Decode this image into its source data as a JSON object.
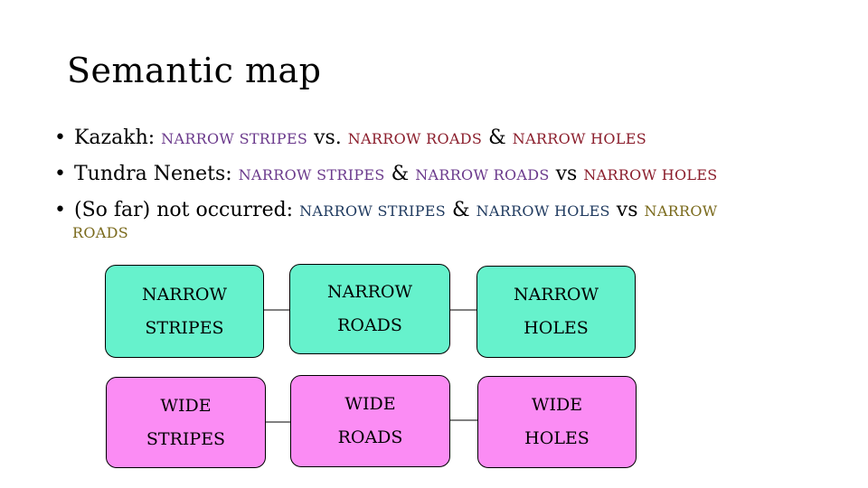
{
  "title": "Semantic map",
  "bullets": [
    {
      "marker": "•",
      "parts": [
        {
          "text": "Kazakh: ",
          "style": "plain"
        },
        {
          "text": "NARROW STRIPES",
          "style": "stripes"
        },
        {
          "text": " vs. ",
          "style": "plain"
        },
        {
          "text": "NARROW ROADS",
          "style": "roads"
        },
        {
          "text": " & ",
          "style": "plain"
        },
        {
          "text": "NARROW HOLES",
          "style": "holes1"
        }
      ]
    },
    {
      "marker": "•",
      "parts": [
        {
          "text": "Tundra Nenets: ",
          "style": "plain"
        },
        {
          "text": "NARROW STRIPES",
          "style": "stripes"
        },
        {
          "text": " & ",
          "style": "plain"
        },
        {
          "text": "NARROW ROADS",
          "style": "stripes"
        },
        {
          "text": " vs ",
          "style": "plain"
        },
        {
          "text": "NARROW HOLES",
          "style": "holes1"
        }
      ]
    },
    {
      "marker": "•",
      "parts": [
        {
          "text": "(So far) not occurred: ",
          "style": "plain"
        },
        {
          "text": "NARROW STRIPES",
          "style": "holes"
        },
        {
          "text": " & ",
          "style": "plain"
        },
        {
          "text": "NARROW HOLES",
          "style": "holes"
        },
        {
          "text": " vs ",
          "style": "plain"
        },
        {
          "text": "NARROW",
          "style": "roads2"
        }
      ]
    }
  ],
  "bullet3_continuation": "ROADS",
  "colors": {
    "stripes": "#6b3a8c",
    "roads": "#8b1e2c",
    "holes": "#1f3a5f",
    "holes1": "#8b1e2c",
    "roads2": "#7a6a1c",
    "narrow_fill": "#66f2cc",
    "wide_fill": "#fb8cf4"
  },
  "nodes": {
    "narrow_stripes": {
      "line1": "NARROW",
      "line2": "STRIPES"
    },
    "narrow_roads": {
      "line1": "NARROW",
      "line2": "ROADS"
    },
    "narrow_holes": {
      "line1": "NARROW",
      "line2": "HOLES"
    },
    "wide_stripes": {
      "line1": "WIDE",
      "line2": "STRIPES"
    },
    "wide_roads": {
      "line1": "WIDE",
      "line2": "ROADS"
    },
    "wide_holes": {
      "line1": "WIDE",
      "line2": "HOLES"
    }
  },
  "edges": [
    [
      "narrow_stripes",
      "narrow_roads"
    ],
    [
      "narrow_roads",
      "narrow_holes"
    ],
    [
      "wide_stripes",
      "wide_roads"
    ],
    [
      "wide_roads",
      "wide_holes"
    ]
  ]
}
